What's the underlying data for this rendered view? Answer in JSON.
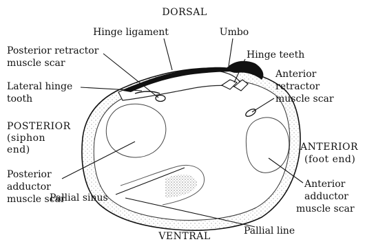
{
  "orientation": {
    "dorsal": "DORSAL",
    "ventral": "VENTRAL",
    "posterior": [
      "POSTERIOR",
      "(siphon",
      "end)"
    ],
    "anterior": [
      "ANTERIOR",
      "(foot end)"
    ]
  },
  "labels": {
    "hinge_ligament": "Hinge ligament",
    "umbo": "Umbo",
    "hinge_teeth": "Hinge teeth",
    "posterior_retractor": [
      "Posterior retractor",
      "muscle scar"
    ],
    "anterior_retractor": [
      "Anterior",
      "retractor",
      "muscle scar"
    ],
    "lateral_hinge_tooth": [
      "Lateral hinge",
      "tooth"
    ],
    "posterior_adductor": [
      "Posterior",
      "adductor",
      "muscle scar"
    ],
    "anterior_adductor": [
      "Anterior",
      "adductor",
      "muscle scar"
    ],
    "pallial_sinus": "Pallial sinus",
    "pallial_line": "Pallial line"
  }
}
